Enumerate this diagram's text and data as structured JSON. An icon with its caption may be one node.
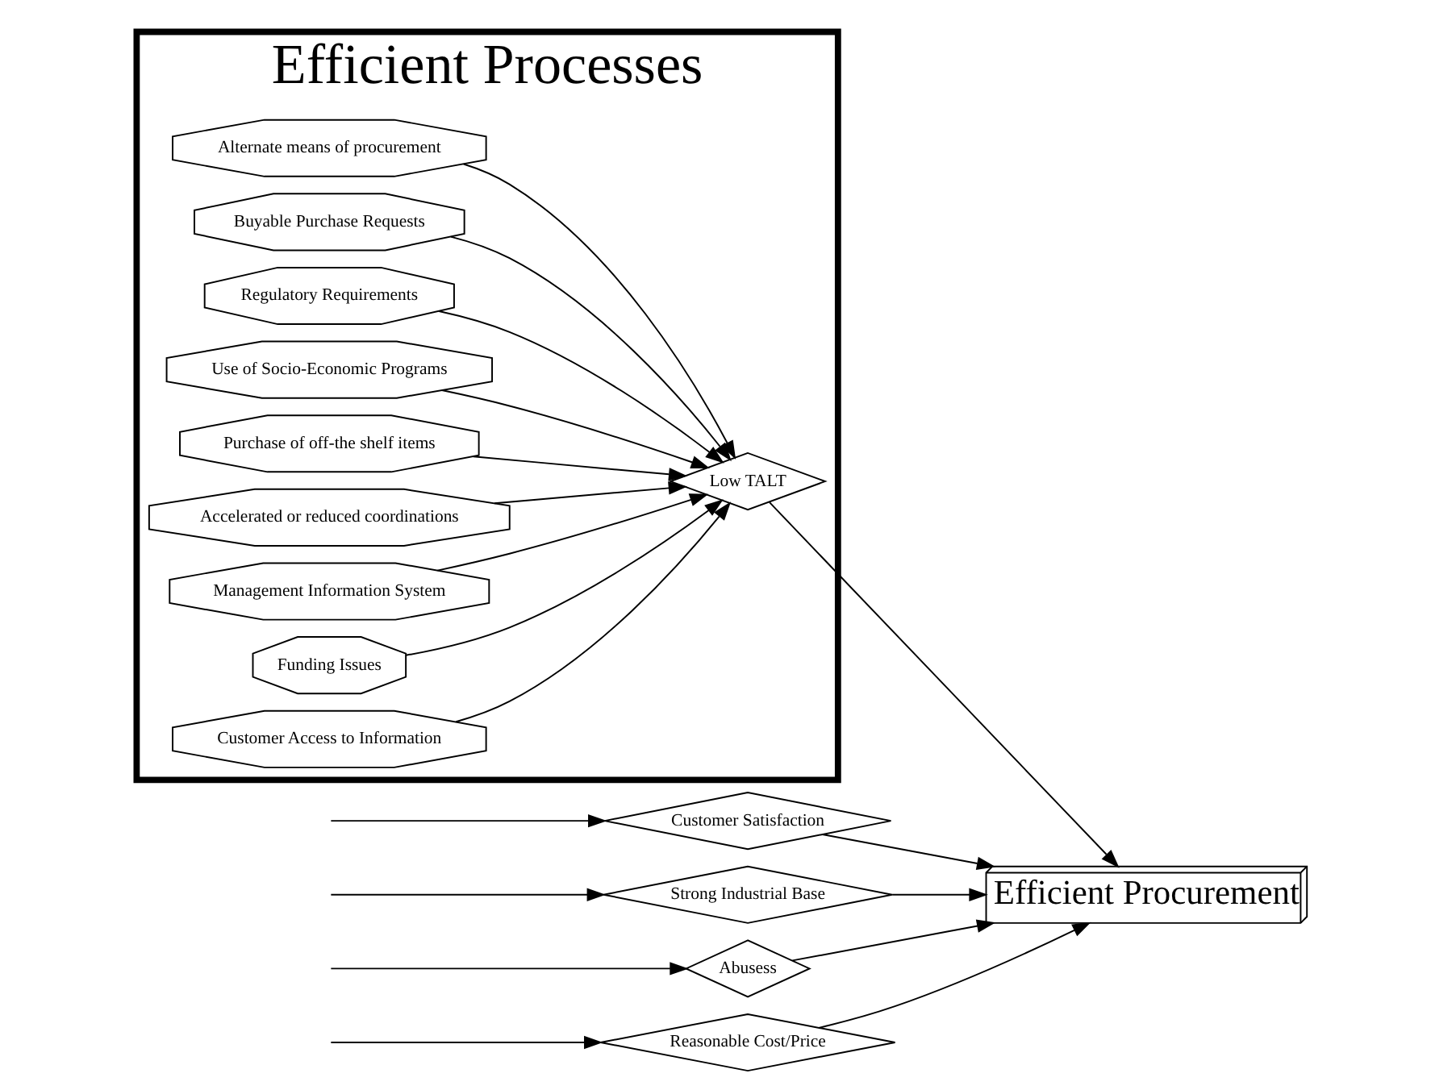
{
  "diagram": {
    "nodes": [
      {
        "text": [
          "Efficient Processes"
        ]
      },
      {
        "text": [
          "Alternate means of procurement"
        ],
        "in": 0
      },
      {
        "text": [
          "Buyable Purchase Requests"
        ],
        "in": 0
      },
      {
        "text": [
          "Regulatory Requirements"
        ],
        "in": 0
      },
      {
        "text": [
          "Use of Socio-Economic Programs"
        ],
        "in": 0
      },
      {
        "text": [
          "Purchase of off-the shelf items"
        ],
        "in": 0
      },
      {
        "text": [
          "Accelerated or reduced coordinations"
        ],
        "in": 0
      },
      {
        "text": [
          "Management Information System"
        ],
        "in": 0
      },
      {
        "text": [
          "Funding Issues"
        ],
        "in": 0
      },
      {
        "text": [
          "Customer Access to Information"
        ],
        "in": 0
      },
      {
        "text": [
          "Low TALT"
        ],
        "in": 0
      },
      {
        "text": [
          "Customer Satisfaction"
        ]
      },
      {
        "text": [
          "Strong Industrial Base"
        ]
      },
      {
        "text": [
          "Efficient Procurement"
        ]
      },
      {
        "text": [
          "Abusess"
        ]
      },
      {
        "text": [
          "Reasonable Cost/Price"
        ]
      }
    ],
    "edges": [
      {
        "from": 1,
        "to": 10,
        "arrow": "to"
      },
      {
        "from": 2,
        "to": 10,
        "arrow": "to"
      },
      {
        "from": 3,
        "to": 10,
        "arrow": "to"
      },
      {
        "from": 4,
        "to": 10,
        "arrow": "to"
      },
      {
        "from": 5,
        "to": 10,
        "arrow": "to"
      },
      {
        "from": 6,
        "to": 10,
        "arrow": "to"
      },
      {
        "from": 7,
        "to": 10,
        "arrow": "to"
      },
      {
        "from": 8,
        "to": 10,
        "arrow": "to"
      },
      {
        "from": 9,
        "to": 10,
        "arrow": "to"
      },
      {
        "from": 10,
        "to": 13,
        "arrow": "to"
      },
      {
        "from": null,
        "to": 11,
        "arrow": "to"
      },
      {
        "from": null,
        "to": 12,
        "arrow": "to"
      },
      {
        "from": 12,
        "to": 13,
        "arrow": "to"
      },
      {
        "from": 11,
        "to": 13,
        "arrow": "to"
      },
      {
        "from": null,
        "to": 14,
        "arrow": "to"
      },
      {
        "from": 14,
        "to": 13,
        "arrow": "to"
      },
      {
        "from": null,
        "to": 15,
        "arrow": "to"
      },
      {
        "from": 15,
        "to": 13,
        "arrow": "to"
      }
    ]
  }
}
